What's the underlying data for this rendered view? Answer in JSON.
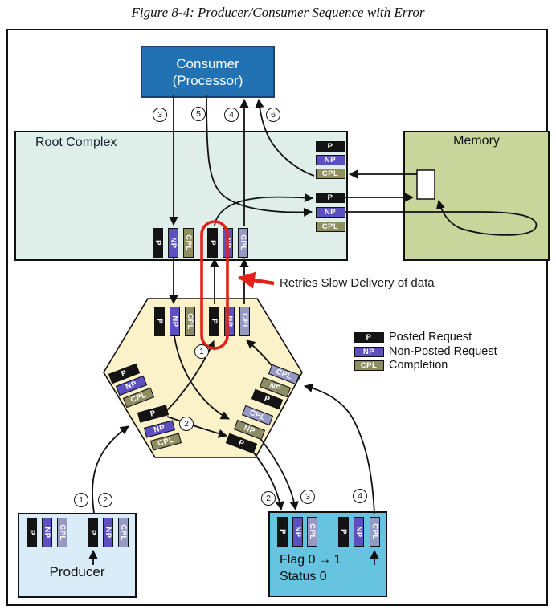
{
  "title": "Figure 8-4: Producer/Consumer Sequence with Error",
  "nodes": {
    "consumer": {
      "line1": "Consumer",
      "line2": "(Processor)"
    },
    "root_complex": {
      "label": "Root Complex"
    },
    "memory": {
      "label": "Memory"
    },
    "producer": {
      "label": "Producer"
    },
    "flag_status": {
      "flag_label": "Flag 0",
      "flag_arrow_glyph": "→",
      "flag_new_value": "1",
      "status_label": "Status 0"
    }
  },
  "badge_labels": {
    "posted": "P",
    "non_posted": "NP",
    "completion": "CPL"
  },
  "legend": {
    "items": [
      {
        "badge": "posted",
        "label": "Posted Request"
      },
      {
        "badge": "non_posted",
        "label": "Non-Posted Request"
      },
      {
        "badge": "completion",
        "label": "Completion"
      }
    ]
  },
  "annotation": {
    "text": "Retries Slow Delivery of data"
  },
  "steps": {
    "s1": "1",
    "s2": "2",
    "s3": "3",
    "s4": "4",
    "s5": "5",
    "s6": "6"
  },
  "colors": {
    "consumer_box": "#2271b3",
    "root_complex_box": "#e0eee9",
    "memory_box": "#c8d69b",
    "hexagon": "#fbf2ca",
    "producer_box": "#d9ecf8",
    "flag_box": "#66c4e1",
    "posted_badge": "#141414",
    "non_posted_badge": "#5c50c0",
    "non_posted_badge_olive": "#8c8c66",
    "completion_badge_olive": "#8e8e60",
    "completion_badge_slate": "#9599c4",
    "line_black": "#111111",
    "annotation_red": "#e32119"
  }
}
